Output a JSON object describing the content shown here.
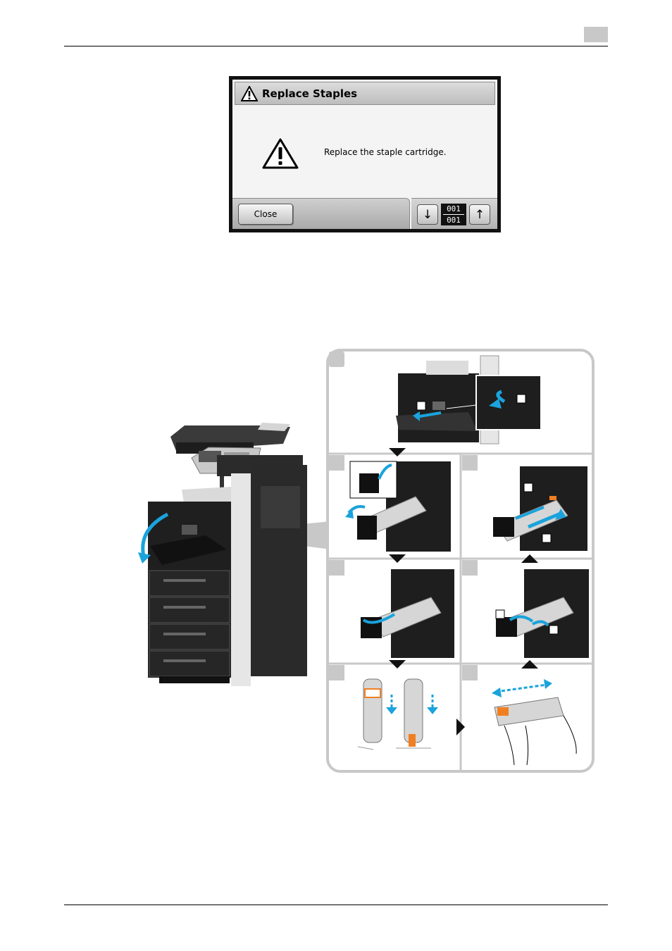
{
  "screen": {
    "title": "Replace Staples",
    "message": "Replace the staple cartridge.",
    "close_label": "Close",
    "page_current": "001",
    "page_total": "001",
    "icons": {
      "title": "warning-icon",
      "message": "warning-icon",
      "down": "arrow-down-icon",
      "up": "arrow-up-icon"
    }
  },
  "illustration": {
    "accent_color": "#1aa3dc",
    "marker_color": "#f07f22"
  }
}
